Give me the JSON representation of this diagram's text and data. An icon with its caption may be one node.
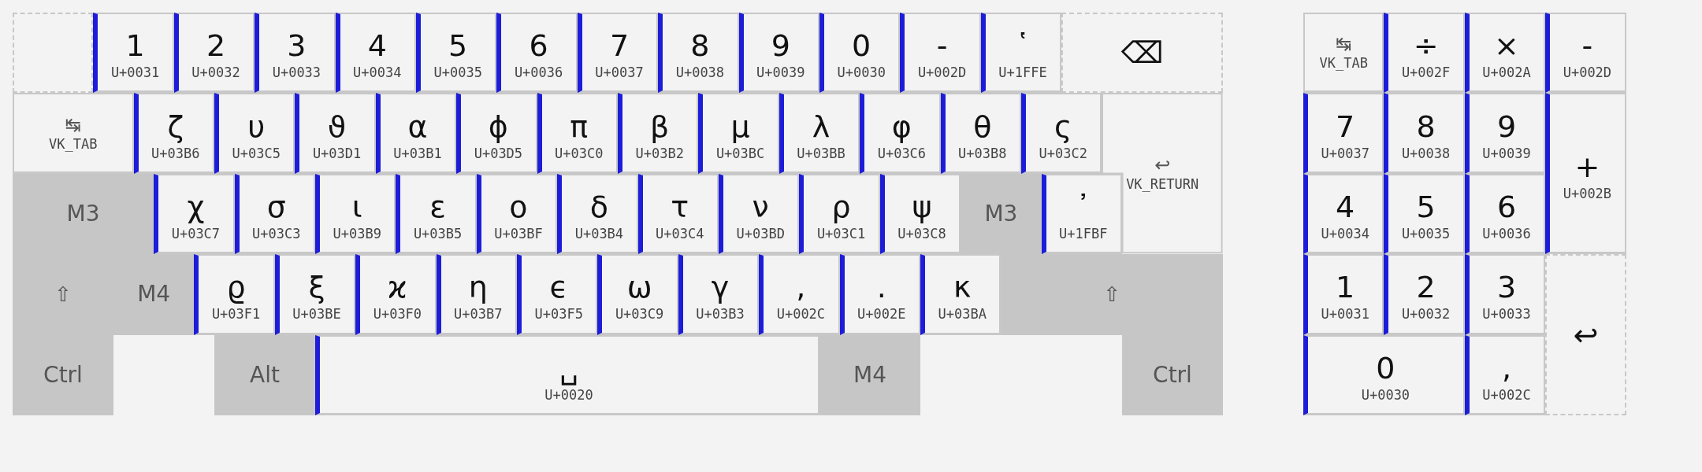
{
  "diagram": {
    "nodes": [
      {
        "text": [],
        "shape": "box"
      },
      {
        "text": [
          "1",
          "U+0031"
        ]
      },
      {
        "text": [
          "2",
          "U+0032"
        ]
      },
      {
        "text": [
          "3",
          "U+0033"
        ]
      },
      {
        "text": [
          "4",
          "U+0034"
        ]
      },
      {
        "text": [
          "5",
          "U+0035"
        ]
      },
      {
        "text": [
          "6",
          "U+0036"
        ]
      },
      {
        "text": [
          "7",
          "U+0037"
        ]
      },
      {
        "text": [
          "8",
          "U+0038"
        ]
      },
      {
        "text": [
          "9",
          "U+0039"
        ]
      },
      {
        "text": [
          "0",
          "U+0030"
        ]
      },
      {
        "text": [
          "-",
          "U+002D"
        ]
      },
      {
        "text": [
          "῾",
          "U+1FFE"
        ]
      },
      {
        "text": [
          "⌫"
        ]
      },
      {
        "text": [
          "↹",
          "VK_TAB"
        ]
      },
      {
        "text": [
          "ζ",
          "U+03B6"
        ]
      },
      {
        "text": [
          "υ",
          "U+03C5"
        ]
      },
      {
        "text": [
          "ϑ",
          "U+03D1"
        ]
      },
      {
        "text": [
          "α",
          "U+03B1"
        ]
      },
      {
        "text": [
          "ϕ",
          "U+03D5"
        ]
      },
      {
        "text": [
          "π",
          "U+03C0"
        ]
      },
      {
        "text": [
          "β",
          "U+03B2"
        ]
      },
      {
        "text": [
          "μ",
          "U+03BC"
        ]
      },
      {
        "text": [
          "λ",
          "U+03BB"
        ]
      },
      {
        "text": [
          "φ",
          "U+03C6"
        ]
      },
      {
        "text": [
          "θ",
          "U+03B8"
        ]
      },
      {
        "text": [
          "ς",
          "U+03C2"
        ]
      },
      {
        "text": [
          "↩",
          "VK_RETURN"
        ]
      },
      {
        "text": [
          "M3"
        ]
      },
      {
        "text": [
          "χ",
          "U+03C7"
        ]
      },
      {
        "text": [
          "σ",
          "U+03C3"
        ]
      },
      {
        "text": [
          "ι",
          "U+03B9"
        ]
      },
      {
        "text": [
          "ε",
          "U+03B5"
        ]
      },
      {
        "text": [
          "ο",
          "U+03BF"
        ]
      },
      {
        "text": [
          "δ",
          "U+03B4"
        ]
      },
      {
        "text": [
          "τ",
          "U+03C4"
        ]
      },
      {
        "text": [
          "ν",
          "U+03BD"
        ]
      },
      {
        "text": [
          "ρ",
          "U+03C1"
        ]
      },
      {
        "text": [
          "ψ",
          "U+03C8"
        ]
      },
      {
        "text": [
          "M3"
        ]
      },
      {
        "text": [
          "᾿",
          "U+1FBF"
        ]
      },
      {
        "text": [
          "⇧"
        ]
      },
      {
        "text": [
          "M4"
        ]
      },
      {
        "text": [
          "ϱ",
          "U+03F1"
        ]
      },
      {
        "text": [
          "ξ",
          "U+03BE"
        ]
      },
      {
        "text": [
          "ϰ",
          "U+03F0"
        ]
      },
      {
        "text": [
          "η",
          "U+03B7"
        ]
      },
      {
        "text": [
          "ϵ",
          "U+03F5"
        ]
      },
      {
        "text": [
          "ω",
          "U+03C9"
        ]
      },
      {
        "text": [
          "γ",
          "U+03B3"
        ]
      },
      {
        "text": [
          ",",
          "U+002C"
        ]
      },
      {
        "text": [
          ".",
          "U+002E"
        ]
      },
      {
        "text": [
          "κ",
          "U+03BA"
        ]
      },
      {
        "text": [
          "⇧"
        ]
      },
      {
        "text": [
          "Ctrl"
        ]
      },
      {
        "text": [
          "Alt"
        ]
      },
      {
        "text": [
          "␣",
          "U+0020"
        ]
      },
      {
        "text": [
          "M4"
        ]
      },
      {
        "text": [
          "Ctrl"
        ]
      },
      {
        "text": [
          "↹",
          "VK_TAB"
        ]
      },
      {
        "text": [
          "÷",
          "U+002F"
        ]
      },
      {
        "text": [
          "×",
          "U+002A"
        ]
      },
      {
        "text": [
          "-",
          "U+002D"
        ]
      },
      {
        "text": [
          "7",
          "U+0037"
        ]
      },
      {
        "text": [
          "8",
          "U+0038"
        ]
      },
      {
        "text": [
          "9",
          "U+0039"
        ]
      },
      {
        "text": [
          "+",
          "U+002B"
        ]
      },
      {
        "text": [
          "4",
          "U+0034"
        ]
      },
      {
        "text": [
          "5",
          "U+0035"
        ]
      },
      {
        "text": [
          "6",
          "U+0036"
        ]
      },
      {
        "text": [
          "1",
          "U+0031"
        ]
      },
      {
        "text": [
          "2",
          "U+0032"
        ]
      },
      {
        "text": [
          "3",
          "U+0033"
        ]
      },
      {
        "text": [
          "↩"
        ]
      },
      {
        "text": [
          "0",
          "U+0030"
        ]
      },
      {
        "text": [
          ",",
          "U+002C"
        ]
      }
    ]
  }
}
